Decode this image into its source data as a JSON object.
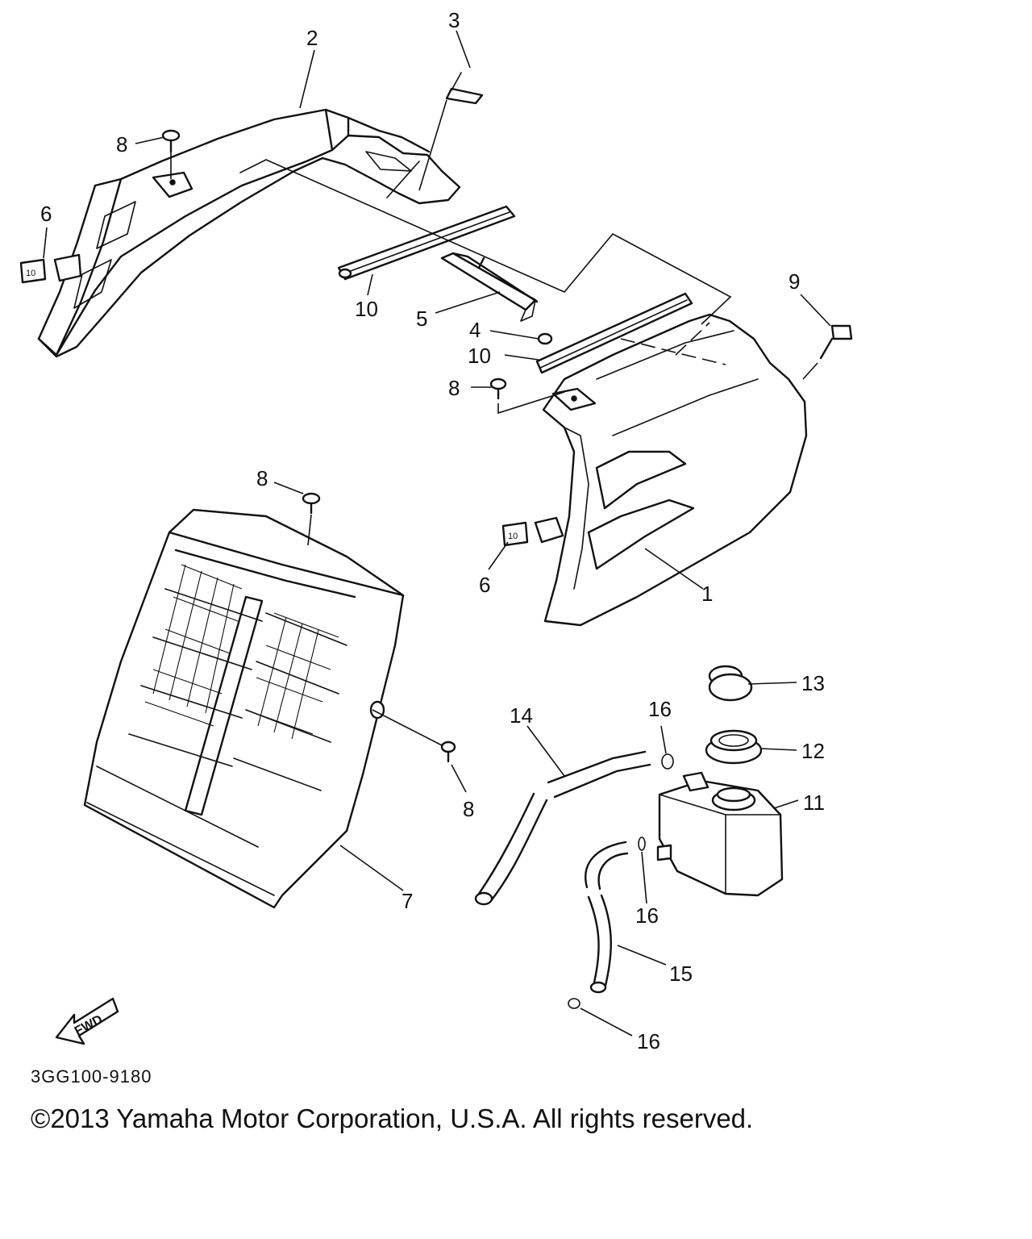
{
  "diagram": {
    "callouts": [
      {
        "label": "1"
      },
      {
        "label": "2"
      },
      {
        "label": "3"
      },
      {
        "label": "4"
      },
      {
        "label": "5"
      },
      {
        "label": "6"
      },
      {
        "label": "6"
      },
      {
        "label": "7"
      },
      {
        "label": "8"
      },
      {
        "label": "8"
      },
      {
        "label": "8"
      },
      {
        "label": "8"
      },
      {
        "label": "9"
      },
      {
        "label": "10"
      },
      {
        "label": "10"
      },
      {
        "label": "11"
      },
      {
        "label": "12"
      },
      {
        "label": "13"
      },
      {
        "label": "14"
      },
      {
        "label": "15"
      },
      {
        "label": "16"
      },
      {
        "label": "16"
      },
      {
        "label": "16"
      }
    ],
    "fwd_label": "FWD",
    "nut_label": "10",
    "diagram_code": "3GG100-9180",
    "copyright": "©2013 Yamaha Motor Corporation, U.S.A. All rights reserved."
  }
}
